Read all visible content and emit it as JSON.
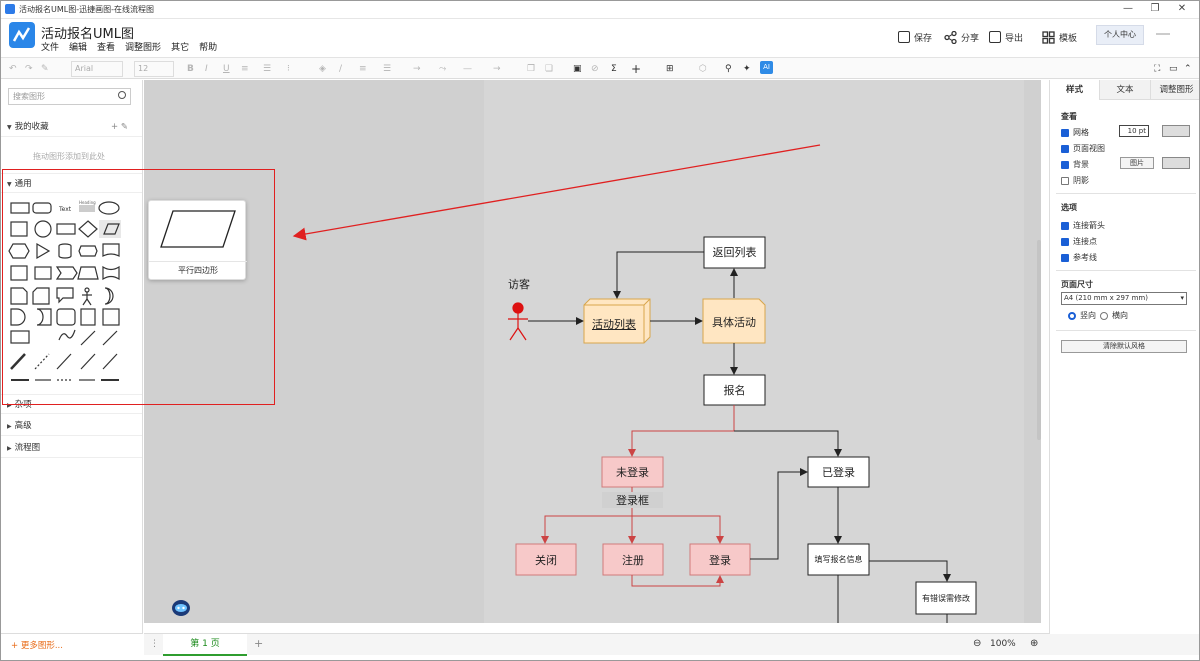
{
  "window": {
    "title": "活动报名UML图-迅捷画图-在线流程图",
    "minimize": "—",
    "restore": "❐",
    "close": "✕"
  },
  "header": {
    "doc_title": "活动报名UML图",
    "menu": [
      "文件",
      "编辑",
      "查看",
      "调整图形",
      "其它",
      "帮助"
    ],
    "actions": {
      "save": "保存",
      "share": "分享",
      "export": "导出",
      "template": "模板"
    },
    "user_center": "个人中心"
  },
  "toolbar": {
    "font": "Arial",
    "font_size": "12",
    "ai": "AI"
  },
  "left_panel": {
    "search_placeholder": "搜索图形",
    "favorites": "我的收藏",
    "favorites_hint": "拖动图形添加到此处",
    "general": "通用",
    "misc": "杂项",
    "advanced": "高级",
    "flowchart": "流程图",
    "more_shapes": "更多图形...",
    "shape_text": "Text",
    "shape_heading": "Heading"
  },
  "tooltip": {
    "label": "平行四边形"
  },
  "diagram": {
    "actor": "访客",
    "activity_list": "活动列表",
    "return_list": "返回列表",
    "specific_activity": "具体活动",
    "signup": "报名",
    "not_logged_in": "未登录",
    "logged_in": "已登录",
    "login_box": "登录框",
    "close": "关闭",
    "register": "注册",
    "login": "登录",
    "fill_info": "填写报名信息",
    "error_fix": "有错误需修改"
  },
  "bottom": {
    "page_tab": "第 1 页",
    "zoom": "100%"
  },
  "right_panel": {
    "tabs": [
      "样式",
      "文本",
      "调整图形"
    ],
    "view_title": "查看",
    "grid": "网格",
    "grid_size": "10 pt",
    "page_view": "页面视图",
    "background": "背景",
    "image_btn": "图片",
    "shadow": "阴影",
    "options_title": "选项",
    "connection_arrows": "连接箭头",
    "connection_points": "连接点",
    "guides": "参考线",
    "page_size_title": "页面尺寸",
    "page_size": "A4 (210 mm x 297 mm)",
    "portrait": "竖向",
    "landscape": "横向",
    "clear_style": "清除默认风格"
  },
  "colors": {
    "accent": "#2a86e8",
    "highlight_red": "#e02020",
    "node_orange_fill": "#ffe6c2",
    "node_pink_fill": "#f7c9c9"
  }
}
